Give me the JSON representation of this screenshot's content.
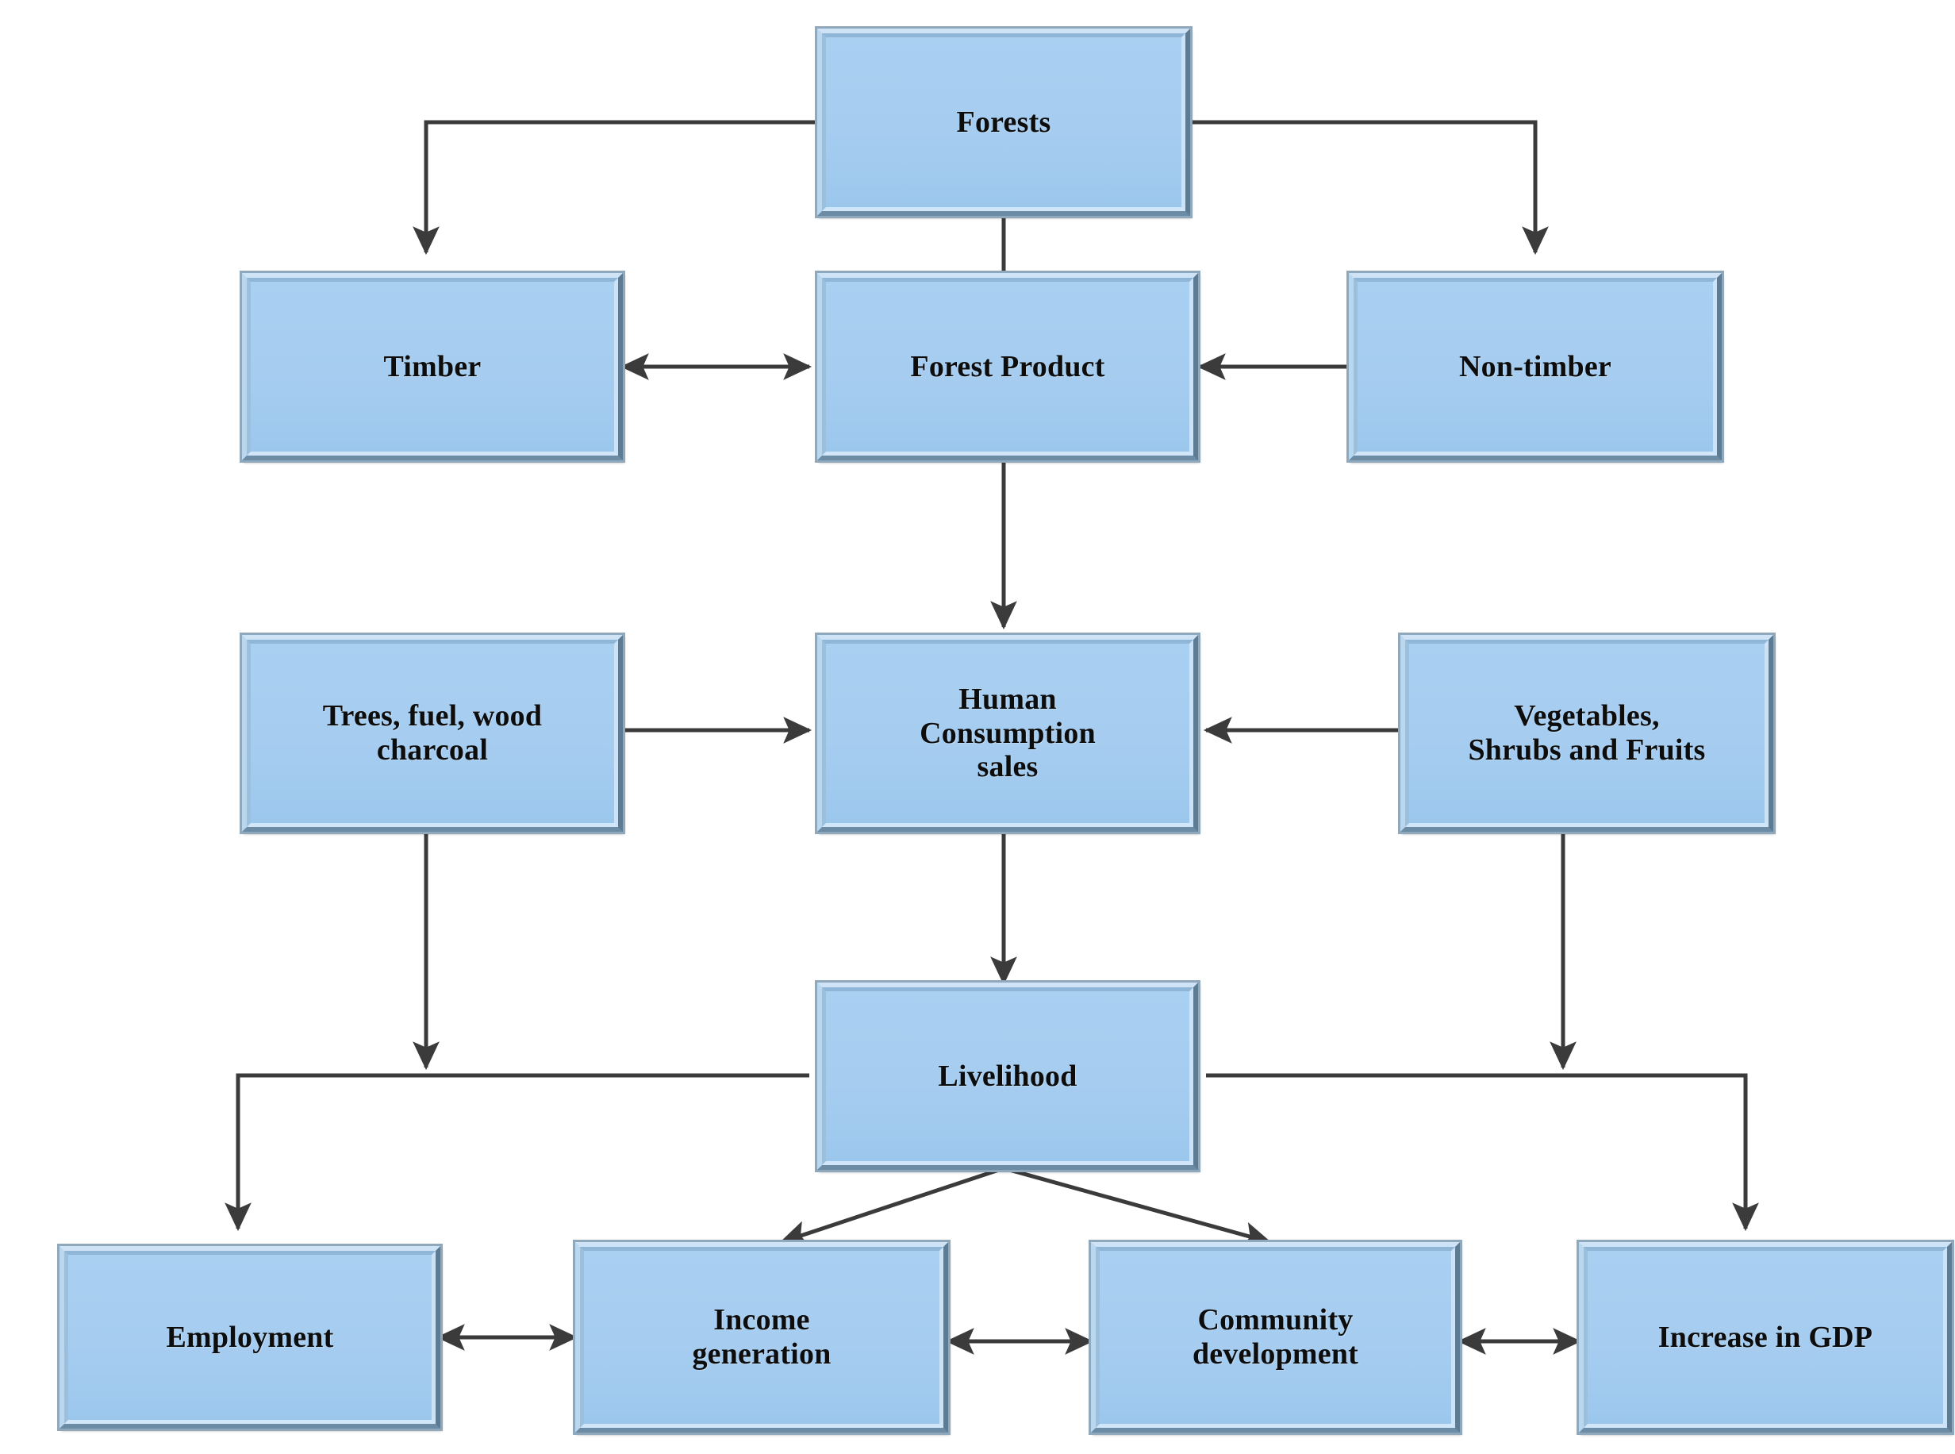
{
  "diagram": {
    "title": "Forest resources to livelihood flowchart",
    "node_fill_color": "#a6cdf0",
    "node_border_color": "#5d7c94",
    "edge_color": "#3b3b3b",
    "text_color": "#0d0d0d"
  },
  "nodes": [
    {
      "id": "forests",
      "label": "Forests"
    },
    {
      "id": "timber",
      "label": "Timber"
    },
    {
      "id": "forest-product",
      "label": "Forest Product"
    },
    {
      "id": "non-timber",
      "label": "Non-timber"
    },
    {
      "id": "trees-fuel-wood",
      "label": "Trees, fuel, wood\ncharcoal"
    },
    {
      "id": "human-consumption",
      "label": "Human\nConsumption\nsales"
    },
    {
      "id": "vegetables",
      "label": "Vegetables,\nShrubs and Fruits"
    },
    {
      "id": "livelihood",
      "label": "Livelihood"
    },
    {
      "id": "employment",
      "label": "Employment"
    },
    {
      "id": "income-generation",
      "label": "Income\ngeneration"
    },
    {
      "id": "community-development",
      "label": "Community\ndevelopment"
    },
    {
      "id": "increase-gdp",
      "label": "Increase in GDP"
    }
  ],
  "edges": [
    {
      "from": "forests",
      "to": "timber",
      "type": "elbow",
      "arrows": "single"
    },
    {
      "from": "forests",
      "to": "forest-product",
      "type": "straight-vertical",
      "arrows": "none"
    },
    {
      "from": "forests",
      "to": "non-timber",
      "type": "elbow",
      "arrows": "single"
    },
    {
      "from": "timber",
      "to": "forest-product",
      "type": "horizontal",
      "arrows": "double"
    },
    {
      "from": "forest-product",
      "to": "non-timber",
      "type": "horizontal",
      "arrows": "double"
    },
    {
      "from": "forest-product",
      "to": "human-consumption",
      "type": "straight-vertical",
      "arrows": "single"
    },
    {
      "from": "trees-fuel-wood",
      "to": "human-consumption",
      "type": "horizontal",
      "arrows": "single"
    },
    {
      "from": "vegetables",
      "to": "human-consumption",
      "type": "horizontal",
      "arrows": "single"
    },
    {
      "from": "human-consumption",
      "to": "livelihood",
      "type": "straight-vertical",
      "arrows": "single"
    },
    {
      "from": "trees-fuel-wood",
      "to": "livelihood-bus-left",
      "type": "straight-vertical",
      "arrows": "single"
    },
    {
      "from": "vegetables",
      "to": "livelihood-bus-right",
      "type": "straight-vertical",
      "arrows": "single"
    },
    {
      "from": "livelihood",
      "to": "employment",
      "type": "elbow",
      "arrows": "single"
    },
    {
      "from": "livelihood",
      "to": "increase-gdp",
      "type": "elbow",
      "arrows": "single"
    },
    {
      "from": "livelihood",
      "to": "income-generation",
      "type": "diagonal",
      "arrows": "single"
    },
    {
      "from": "livelihood",
      "to": "community-development",
      "type": "diagonal",
      "arrows": "single"
    },
    {
      "from": "employment",
      "to": "income-generation",
      "type": "horizontal",
      "arrows": "double"
    },
    {
      "from": "income-generation",
      "to": "community-development",
      "type": "horizontal",
      "arrows": "double"
    },
    {
      "from": "community-development",
      "to": "increase-gdp",
      "type": "horizontal",
      "arrows": "double"
    }
  ]
}
